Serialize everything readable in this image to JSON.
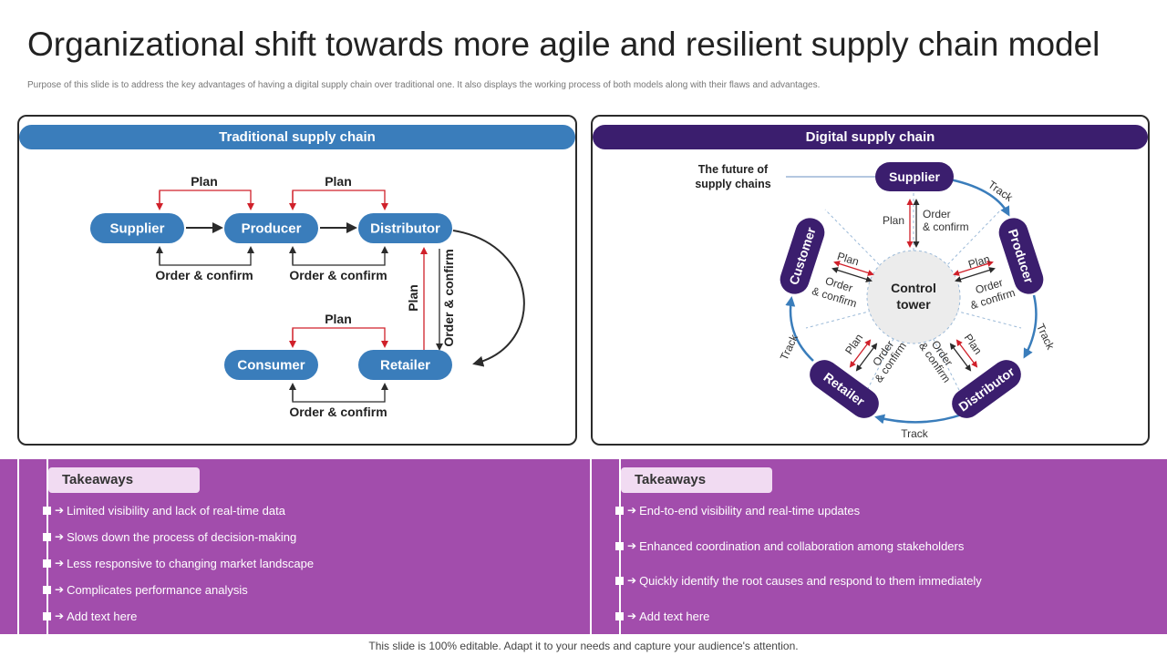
{
  "title": "Organizational shift towards more agile and resilient supply chain model",
  "subtitle": "Purpose of this slide is to address the key advantages of having a digital supply chain over traditional one. It also displays the working process of both models along with their flaws and advantages.",
  "traditional": {
    "header": "Traditional supply chain",
    "nodes": {
      "supplier": "Supplier",
      "producer": "Producer",
      "distributor": "Distributor",
      "consumer": "Consumer",
      "retailer": "Retailer"
    },
    "plan": "Plan",
    "order": "Order & confirm"
  },
  "digital": {
    "header": "Digital supply chain",
    "future": [
      "The future of",
      "supply chains"
    ],
    "nodes": {
      "supplier": "Supplier",
      "producer": "Producer",
      "distributor": "Distributor",
      "retailer": "Retailer",
      "customer": "Customer"
    },
    "center": [
      "Control",
      "tower"
    ],
    "plan": "Plan",
    "order_lines": [
      "Order",
      "& confirm"
    ],
    "track": "Track"
  },
  "takeaways": {
    "left": {
      "label": "Takeaways",
      "items": [
        "Limited visibility and lack of real-time data",
        "Slows down the process of decision-making",
        "Less responsive to changing market landscape",
        "Complicates performance  analysis",
        "Add text here"
      ]
    },
    "right": {
      "label": "Takeaways",
      "items": [
        "End-to-end visibility and real-time updates",
        "Enhanced coordination and collaboration among stakeholders",
        "Quickly identify the root causes and respond to them immediately",
        "Add text here"
      ]
    }
  },
  "footer": "This slide is 100% editable. Adapt it to your needs and capture your audience's attention.",
  "colors": {
    "traditional_blue": "#3a7dbb",
    "digital_purple": "#3b1e6e",
    "takeaway_bg": "#a24dac",
    "plan_red": "#d0202a",
    "track_blue": "#3a7dbb"
  }
}
